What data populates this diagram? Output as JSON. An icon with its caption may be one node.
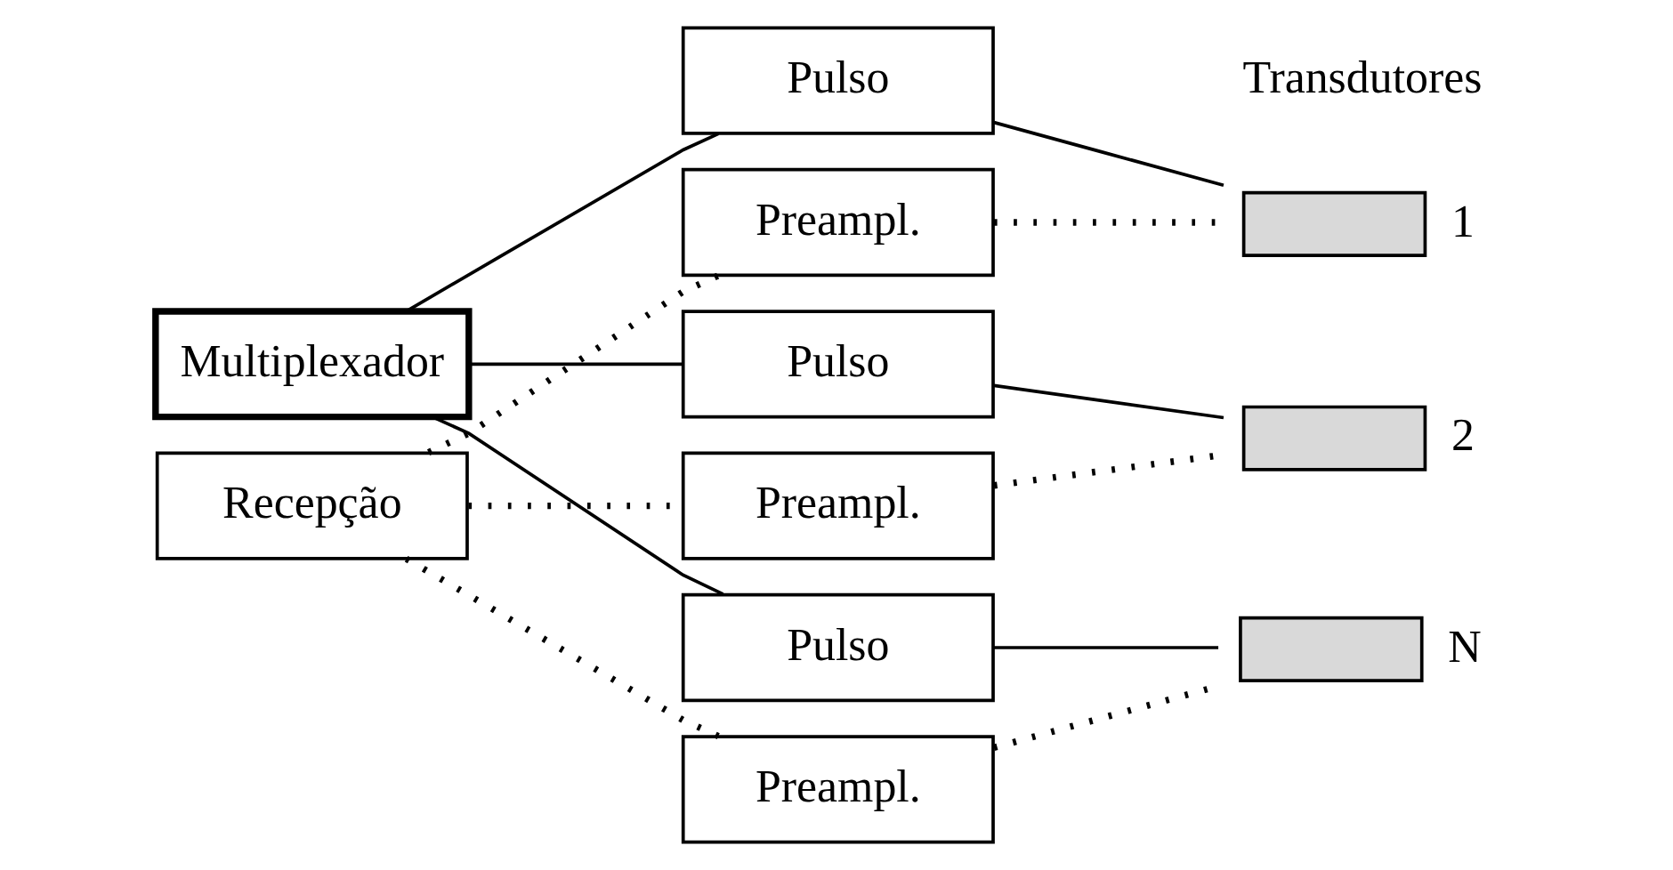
{
  "diagram": {
    "nodes": [
      {
        "text": [
          "Multiplexador"
        ]
      },
      {
        "text": [
          "Recepção"
        ]
      },
      {
        "text": [
          "Pulso"
        ]
      },
      {
        "text": [
          "Preampl."
        ]
      },
      {
        "text": [
          "Pulso"
        ]
      },
      {
        "text": [
          "Preampl."
        ]
      },
      {
        "text": [
          "Pulso"
        ]
      },
      {
        "text": [
          "Preampl."
        ]
      },
      {
        "text": [],
        "shape": "box",
        "beside": [
          "1"
        ]
      },
      {
        "text": [],
        "shape": "box",
        "beside": [
          "2"
        ]
      },
      {
        "text": [],
        "shape": "box",
        "beside": [
          "N"
        ]
      }
    ],
    "edges": [
      {
        "from": 0,
        "to": 2,
        "arrow": "none"
      },
      {
        "from": 0,
        "to": 4,
        "arrow": "none"
      },
      {
        "from": 0,
        "to": 6,
        "arrow": "none"
      },
      {
        "from": 1,
        "to": 3,
        "arrow": "none",
        "style": "dashed"
      },
      {
        "from": 1,
        "to": 5,
        "arrow": "none",
        "style": "dashed"
      },
      {
        "from": 1,
        "to": 7,
        "arrow": "none",
        "style": "dashed"
      },
      {
        "from": 2,
        "to": 8,
        "arrow": "none"
      },
      {
        "from": 3,
        "to": 8,
        "arrow": "none",
        "style": "dashed"
      },
      {
        "from": 4,
        "to": 9,
        "arrow": "none"
      },
      {
        "from": 5,
        "to": 9,
        "arrow": "none",
        "style": "dashed"
      },
      {
        "from": 6,
        "to": 10,
        "arrow": "none"
      },
      {
        "from": 7,
        "to": 10,
        "arrow": "none",
        "style": "dashed"
      }
    ],
    "labels": [
      "Transdutores"
    ]
  }
}
